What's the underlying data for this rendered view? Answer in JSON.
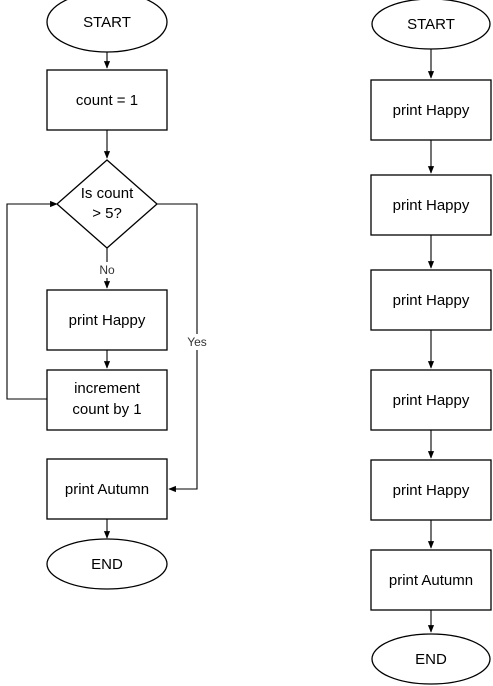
{
  "left_flowchart": {
    "start": "START",
    "init": "count = 1",
    "decision_line1": "Is count",
    "decision_line2": "> 5?",
    "no_label": "No",
    "yes_label": "Yes",
    "print_happy": "print Happy",
    "increment_line1": "increment",
    "increment_line2": "count by 1",
    "print_autumn": "print Autumn",
    "end": "END"
  },
  "right_flowchart": {
    "start": "START",
    "steps": [
      "print Happy",
      "print Happy",
      "print Happy",
      "print Happy",
      "print Happy",
      "print Autumn"
    ],
    "end": "END"
  }
}
